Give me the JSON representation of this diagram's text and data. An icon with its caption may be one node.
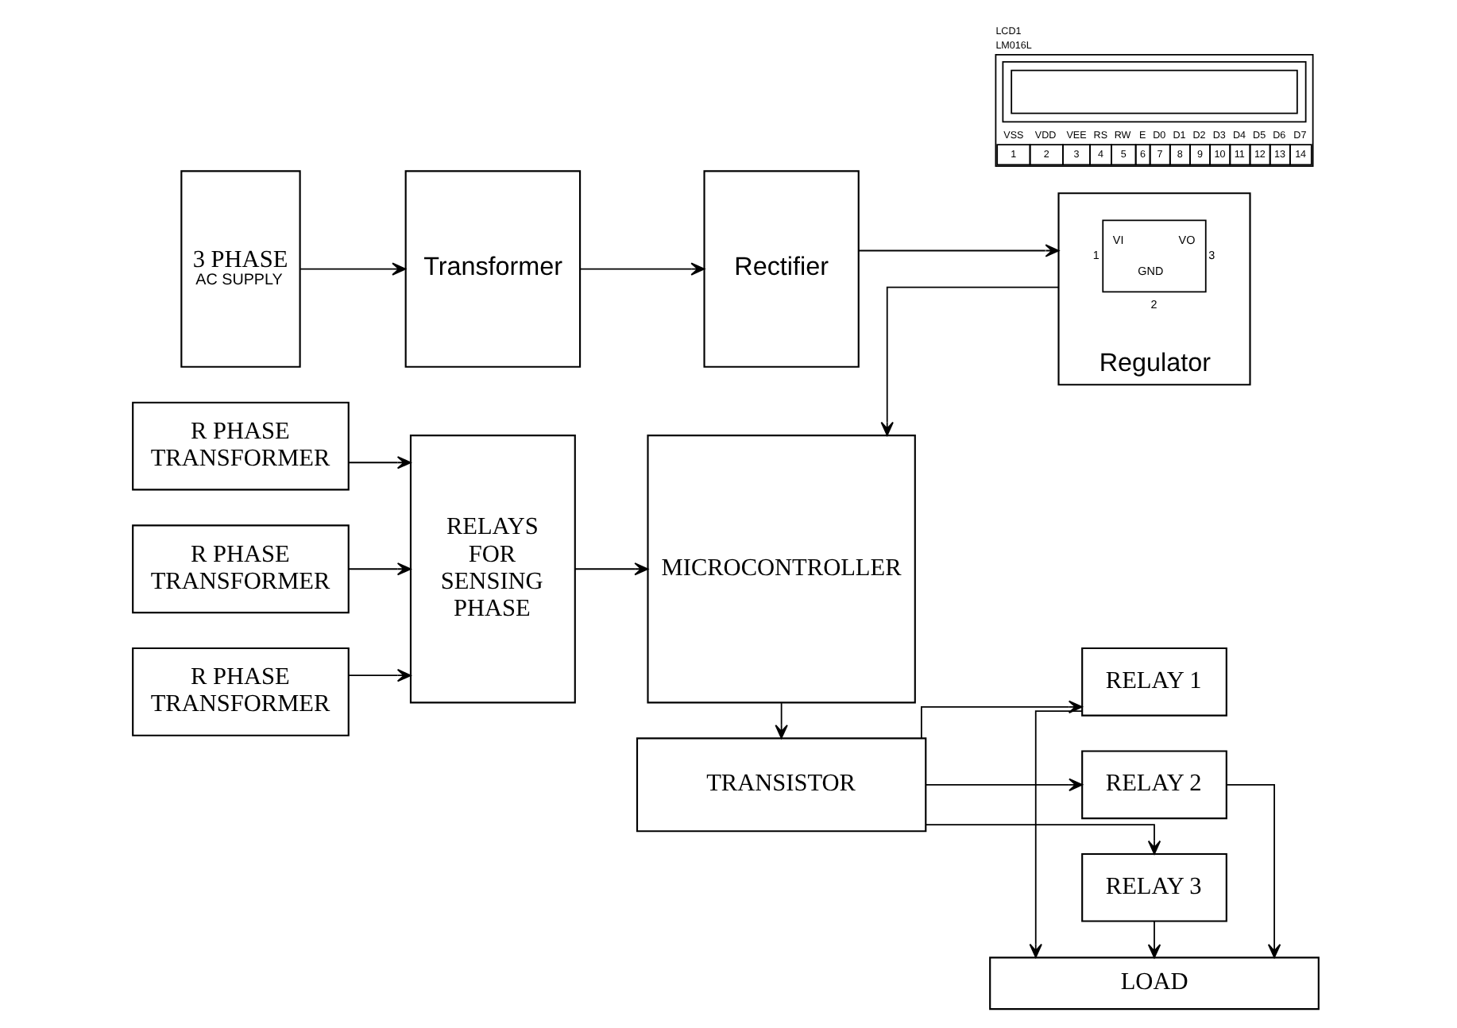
{
  "diagram": {
    "nodes": [
      {
        "text": [
          "3 PHASE",
          "AC SUPPLY"
        ]
      },
      {
        "text": [
          "Transformer"
        ]
      },
      {
        "text": [
          "Rectifier"
        ]
      },
      {
        "text": [
          "Regulator"
        ]
      },
      {
        "text": [
          "VI",
          "VO",
          "GND"
        ],
        "beside": [
          "1",
          "3",
          "2"
        ],
        "in": 3
      },
      {
        "text": [
          "VSS",
          "VDD",
          "VEE",
          "RS",
          "RW",
          "E",
          "D0",
          "D1",
          "D2",
          "D3",
          "D4",
          "D5",
          "D6",
          "D7",
          "1",
          "2",
          "3",
          "4",
          "5",
          "6",
          "7",
          "8",
          "9",
          "10",
          "11",
          "12",
          "13",
          "14"
        ],
        "beside": [
          "LCD1",
          "LM016L"
        ]
      },
      {
        "text": [
          "R PHASE TRANSFORMER"
        ]
      },
      {
        "text": [
          "R PHASE TRANSFORMER"
        ]
      },
      {
        "text": [
          "R PHASE TRANSFORMER"
        ]
      },
      {
        "text": [
          "RELAYS FOR SENSING PHASE"
        ]
      },
      {
        "text": [
          "MICROCONTROLLER"
        ]
      },
      {
        "text": [
          "TRANSISTOR"
        ]
      },
      {
        "text": [
          "RELAY 1"
        ]
      },
      {
        "text": [
          "RELAY 2"
        ]
      },
      {
        "text": [
          "RELAY 3"
        ]
      },
      {
        "text": [
          "LOAD"
        ]
      }
    ],
    "edges": [
      {
        "from": 0,
        "to": 1,
        "arrow": "to"
      },
      {
        "from": 1,
        "to": 2,
        "arrow": "to"
      },
      {
        "from": 2,
        "to": 3,
        "arrow": "to"
      },
      {
        "from": 3,
        "to": 10,
        "arrow": "to"
      },
      {
        "from": 6,
        "to": 9,
        "arrow": "to"
      },
      {
        "from": 7,
        "to": 9,
        "arrow": "to"
      },
      {
        "from": 8,
        "to": 9,
        "arrow": "to"
      },
      {
        "from": 9,
        "to": 10,
        "arrow": "to"
      },
      {
        "from": 10,
        "to": 11,
        "arrow": "to"
      },
      {
        "from": 11,
        "to": 12,
        "arrow": "to"
      },
      {
        "from": 11,
        "to": 13,
        "arrow": "to"
      },
      {
        "from": 11,
        "to": 14,
        "arrow": "to"
      },
      {
        "from": 12,
        "to": 15,
        "arrow": "to"
      },
      {
        "from": 13,
        "to": 15,
        "arrow": "to"
      },
      {
        "from": 14,
        "to": 15,
        "arrow": "to"
      }
    ]
  }
}
